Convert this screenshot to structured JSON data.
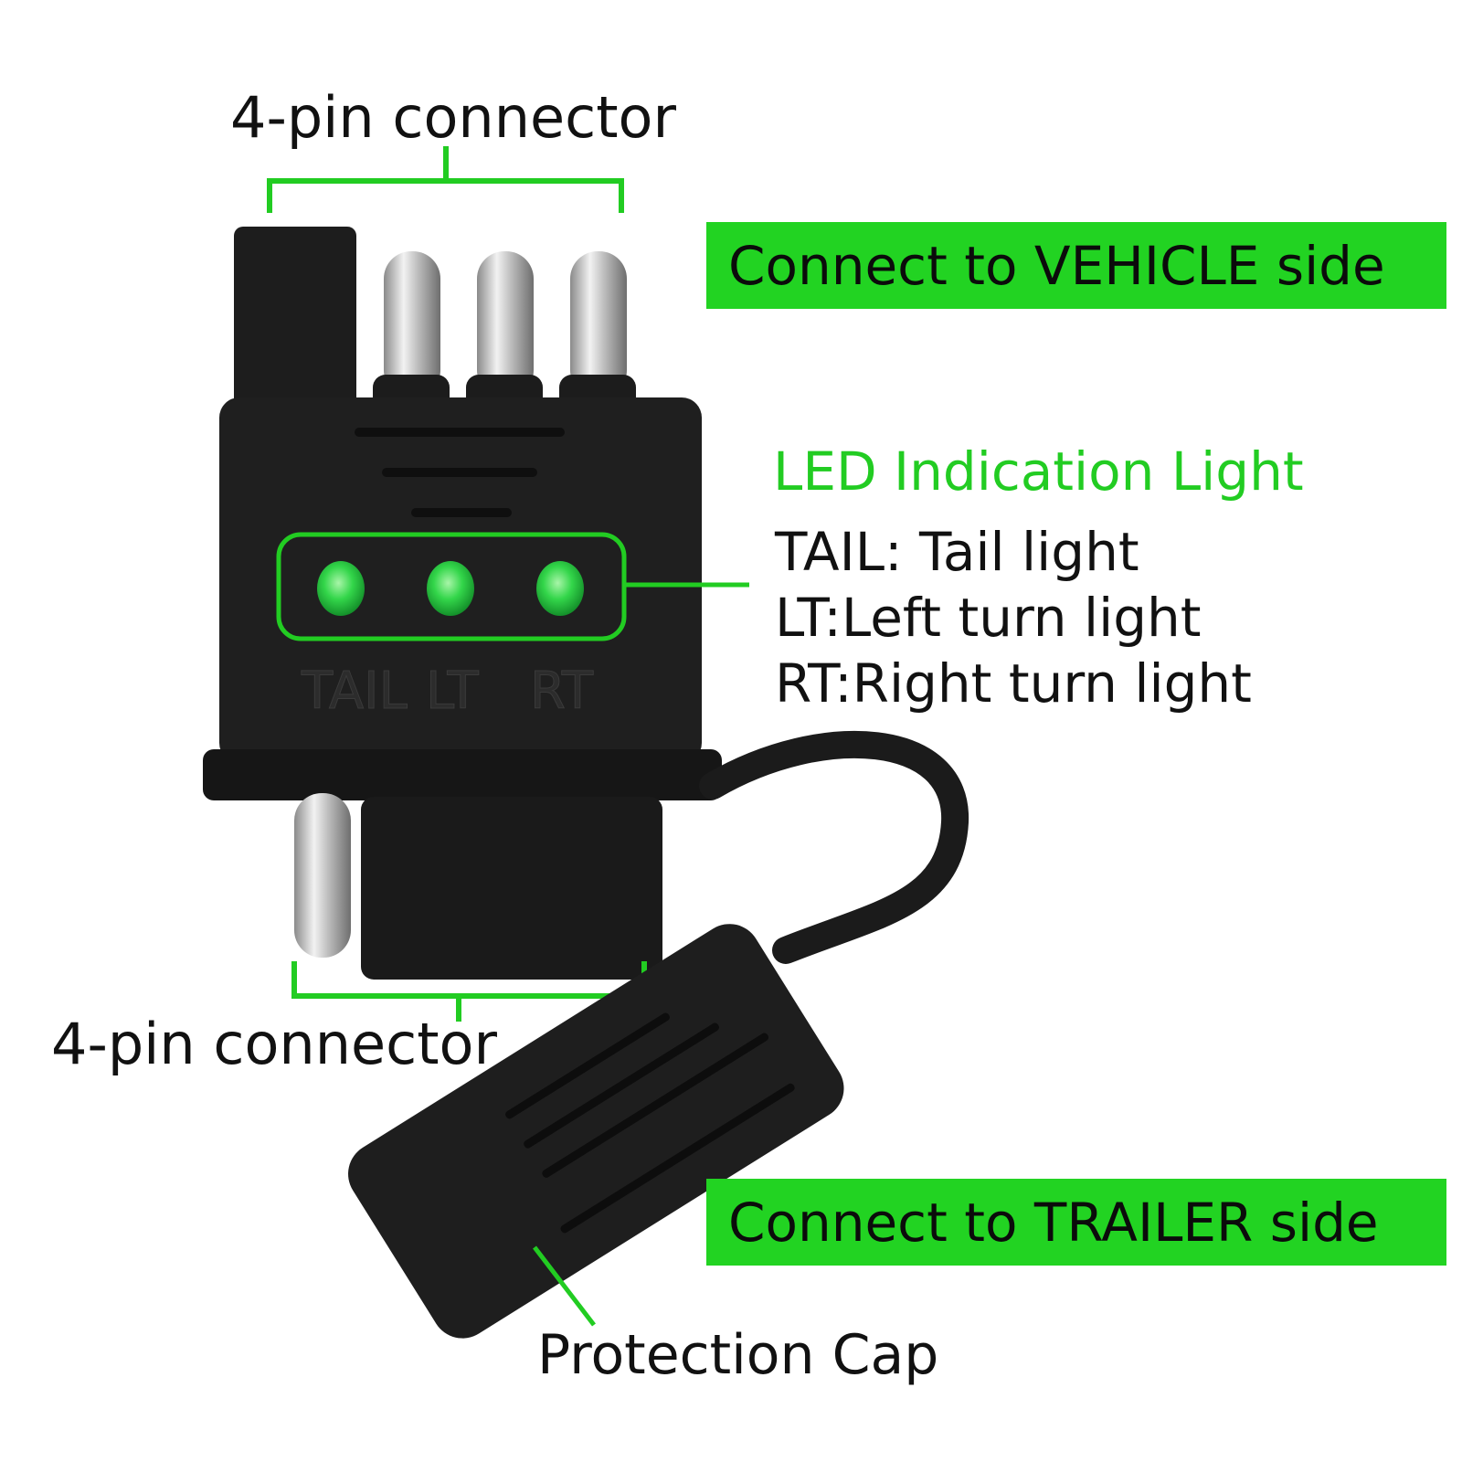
{
  "labels": {
    "top_connector": "4-pin connector",
    "bottom_connector": "4-pin connector",
    "vehicle_side": "Connect to VEHICLE side",
    "trailer_side": "Connect to TRAILER side",
    "led_title": "LED Indication Light",
    "led_items": [
      "TAIL: Tail light",
      "LT:Left turn light",
      "RT:Right turn light"
    ],
    "protection_cap": "Protection Cap"
  },
  "body_markings": [
    "TAIL",
    "LT",
    "RT"
  ],
  "colors": {
    "accent_green": "#22d322",
    "led_green": "#3fd85a",
    "plastic_black": "#1c1c1c"
  }
}
